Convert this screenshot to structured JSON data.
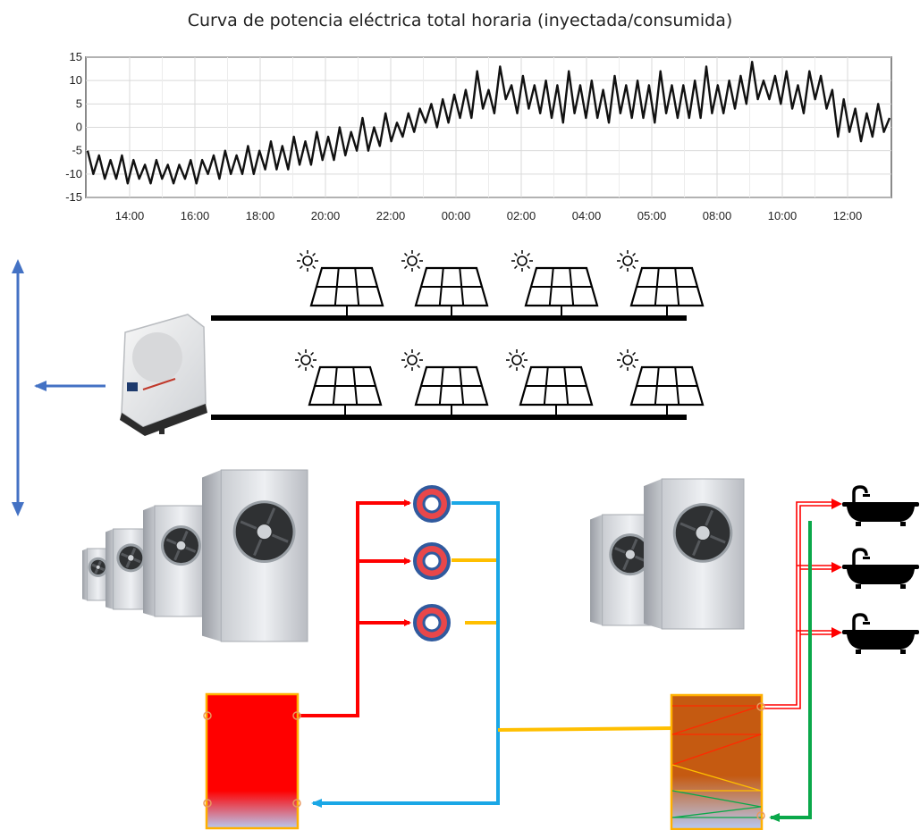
{
  "chart_data": {
    "type": "line",
    "title": "Curva de potencia eléctrica total horaria (inyectada/consumida)",
    "xlabel": "",
    "ylabel": "",
    "x_ticks": [
      "14:00",
      "16:00",
      "18:00",
      "20:00",
      "22:00",
      "00:00",
      "02:00",
      "04:00",
      "05:00",
      "08:00",
      "10:00",
      "12:00"
    ],
    "y_ticks": [
      15,
      10,
      5,
      0,
      -5,
      -10,
      -15
    ],
    "ylim": [
      -15,
      15
    ],
    "grid": true,
    "series": [
      {
        "color": "#111111",
        "values": [
          -5,
          -10,
          -6,
          -11,
          -7,
          -11,
          -6,
          -12,
          -7,
          -11,
          -8,
          -12,
          -7,
          -11,
          -8,
          -12,
          -8,
          -11,
          -7,
          -12,
          -7,
          -10,
          -6,
          -11,
          -5,
          -10,
          -6,
          -10,
          -4,
          -10,
          -5,
          -9,
          -3,
          -9,
          -4,
          -9,
          -2,
          -8,
          -3,
          -8,
          -1,
          -7,
          -2,
          -7,
          0,
          -6,
          -1,
          -5,
          2,
          -5,
          0,
          -4,
          3,
          -3,
          1,
          -2,
          3,
          -1,
          4,
          1,
          5,
          0,
          6,
          1,
          7,
          2,
          8,
          2,
          12,
          4,
          8,
          3,
          13,
          6,
          9,
          3,
          11,
          4,
          9,
          3,
          10,
          2,
          9,
          1,
          12,
          3,
          9,
          2,
          10,
          2,
          8,
          1,
          11,
          3,
          9,
          2,
          10,
          2,
          9,
          1,
          12,
          3,
          9,
          2,
          9,
          2,
          10,
          2,
          13,
          3,
          9,
          3,
          10,
          4,
          11,
          5,
          14,
          6,
          10,
          6,
          11,
          5,
          12,
          4,
          9,
          3,
          12,
          6,
          11,
          4,
          8,
          -2,
          6,
          -1,
          4,
          -3,
          3,
          -2,
          5,
          -1,
          2
        ]
      }
    ]
  },
  "diagram": {
    "pv_rows": 2,
    "pv_panels_per_row": 4,
    "outlets": 3,
    "tap_count": 3,
    "colors": {
      "supply": "#ff0000",
      "return": "#1aa7e6",
      "link": "#ffbf00",
      "dhw_return": "#0aa84a",
      "grid_arrow": "#4472c4",
      "tank_hot": "#ff0000",
      "tank_dhw": "#c55a11"
    },
    "icons": [
      "sun-icon",
      "solar-panel-icon",
      "inverter-icon",
      "heat-pump-icon",
      "radiator-icon",
      "bathtub-icon",
      "tank-icon"
    ]
  }
}
